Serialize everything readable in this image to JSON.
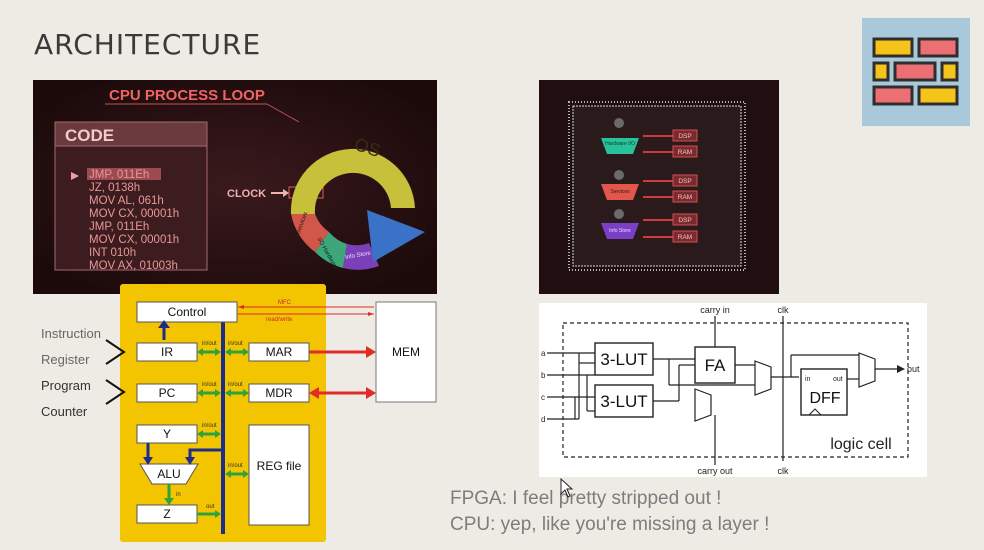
{
  "slide": {
    "title": "ARCHITECTURE",
    "quote_line1": "FPGA: I feel pretty stripped out !",
    "quote_line2": "CPU: yep, like you're missing a layer !"
  },
  "cpu_loop": {
    "heading": "CPU PROCESS LOOP",
    "code_label": "CODE",
    "code_lines": [
      "JMP, 011Eh",
      "JZ, 0138h",
      "MOV AL, 061h",
      "MOV CX, 00001h",
      "JMP, 011Eh",
      "MOV CX, 00001h",
      "INT 010h",
      "MOV AX, 01003h"
    ],
    "clock_label": "CLOCK",
    "os_label": "OS",
    "ring_labels": [
      "Services",
      "I/O Hardware",
      "Info Store"
    ]
  },
  "fpga": {
    "blocks": [
      "Hardware I/O",
      "Services",
      "Info Store"
    ],
    "ports": [
      "DSP",
      "RAM",
      "DSP",
      "RAM",
      "DSP",
      "RAM"
    ]
  },
  "cpu_diagram": {
    "control": "Control",
    "ir": "IR",
    "pc": "PC",
    "mar": "MAR",
    "mdr": "MDR",
    "y": "Y",
    "alu": "ALU",
    "z": "Z",
    "reg": "REG file",
    "mem": "MEM",
    "mfc": "MFC",
    "readwrite": "read/write",
    "inout": "in/out",
    "in": "in",
    "out": "out"
  },
  "side_labels": {
    "instruction": "Instruction",
    "register": "Register",
    "program": "Program",
    "counter": "Counter"
  },
  "logic_cell": {
    "carry_in": "carry in",
    "carry_out": "carry out",
    "clk_top": "clk",
    "clk_bottom": "clk",
    "lut1": "3-LUT",
    "lut2": "3-LUT",
    "fa": "FA",
    "dff": "DFF",
    "in_lbl": "in",
    "out_lbl": "out",
    "out_arrow": "out",
    "inputs": [
      "a",
      "b",
      "c",
      "d"
    ],
    "label": "logic cell"
  },
  "colors": {
    "background": "#eeebe5",
    "yellow": "#f3c400",
    "bus": "#1d2d8a",
    "red": "#e22a2a",
    "green": "#2fa33a"
  },
  "icons": {
    "brick": "brick-wall-icon",
    "cursor": "mouse-cursor-icon"
  }
}
